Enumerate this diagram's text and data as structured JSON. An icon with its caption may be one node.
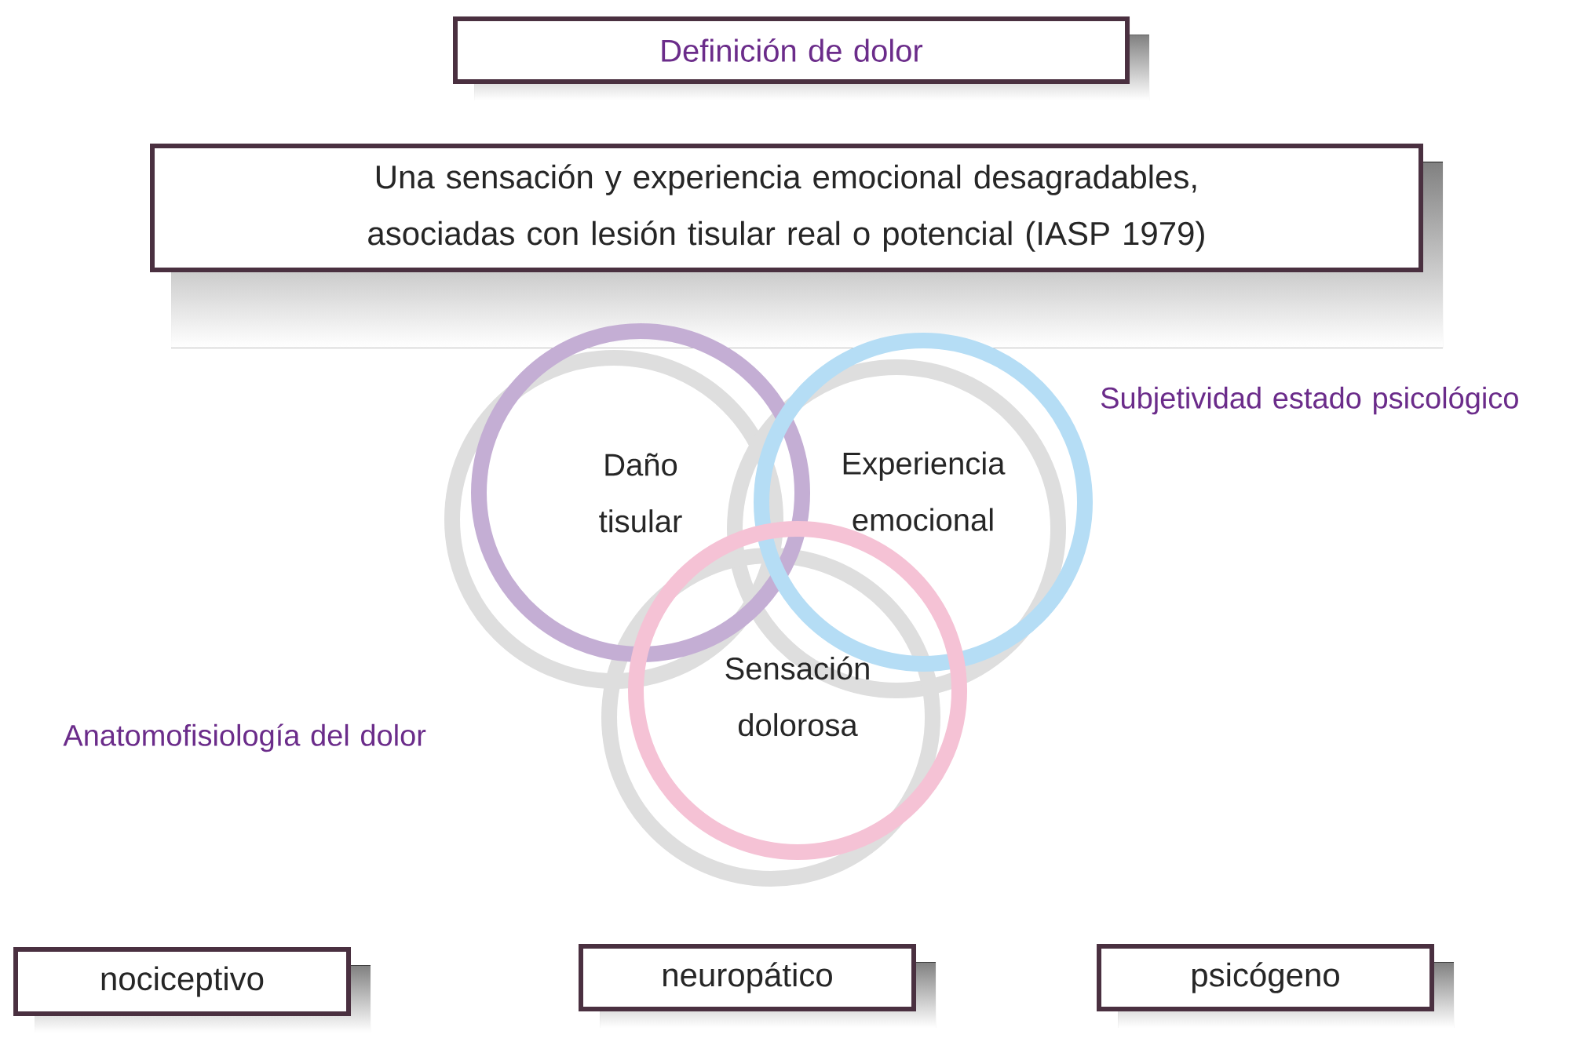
{
  "diagram": {
    "nodes": [
      {
        "text": [
          "Definición de dolor"
        ]
      },
      {
        "text": [
          "Una sensación y experiencia emocional desagradables, asociadas con lesión tisular real o potencial (IASP 1979)"
        ]
      },
      {
        "text": [
          "Daño tisular"
        ]
      },
      {
        "text": [
          "Experiencia emocional"
        ]
      },
      {
        "text": [
          "Sensación dolorosa"
        ]
      },
      {
        "text": [
          "nociceptivo"
        ]
      },
      {
        "text": [
          "neuropático"
        ]
      },
      {
        "text": [
          "psicógeno"
        ]
      }
    ],
    "edges": [],
    "labels": [
      "Subjetividad estado psicológico",
      "Anatomofisiología del dolor"
    ]
  }
}
